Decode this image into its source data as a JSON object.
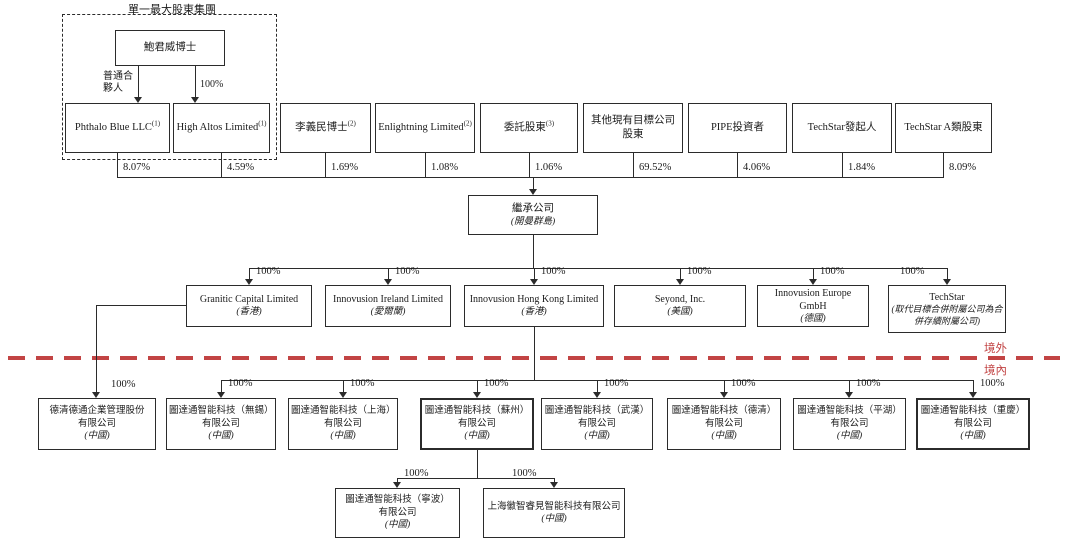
{
  "group_label": "單一最大股東集團",
  "founder": {
    "name": "鮑君威博士",
    "gp_label_line1": "普通合",
    "gp_label_line2": "夥人",
    "pct_label": "100%"
  },
  "shareholders": [
    {
      "name": "Phthalo Blue LLC",
      "sup": "(1)",
      "pct": "8.07%"
    },
    {
      "name": "High Altos Limited",
      "sup": "(1)",
      "pct": "4.59%"
    },
    {
      "name": "李義民博士",
      "sup": "(2)",
      "pct": "1.69%"
    },
    {
      "name": "Enlightning Limited",
      "sup": "(2)",
      "pct": "1.08%"
    },
    {
      "name": "委託股東",
      "sup": "(3)",
      "pct": "1.06%"
    },
    {
      "name": "其他現有目標公司股東",
      "sup": "",
      "pct": "69.52%"
    },
    {
      "name": "PIPE投資者",
      "sup": "",
      "pct": "4.06%"
    },
    {
      "name": "TechStar發起人",
      "sup": "",
      "pct": "1.84%"
    },
    {
      "name": "TechStar A類股東",
      "sup": "",
      "pct": "8.09%"
    }
  ],
  "successor": {
    "name": "繼承公司",
    "jurisdiction": "(開曼群島)"
  },
  "offshore_subs": [
    {
      "name": "Granitic Capital Limited",
      "jurisdiction": "(香港)",
      "pct": "100%"
    },
    {
      "name": "Innovusion Ireland Limited",
      "jurisdiction": "(愛爾蘭)",
      "pct": "100%"
    },
    {
      "name": "Innovusion Hong Kong Limited",
      "jurisdiction": "(香港)",
      "pct": "100%"
    },
    {
      "name": "Seyond, Inc.",
      "jurisdiction": "(美國)",
      "pct": "100%"
    },
    {
      "name": "Innovusion Europe GmbH",
      "jurisdiction": "(德國)",
      "pct": "100%"
    },
    {
      "name": "TechStar",
      "jurisdiction": "(取代目標合併附屬公司為合併存續附屬公司)",
      "pct": "100%"
    }
  ],
  "region_divider": {
    "above_label": "境外",
    "below_label": "境內",
    "line_color": "#c24444"
  },
  "onshore_subs": [
    {
      "line1": "德清德通企業管理股份",
      "line2": "有限公司",
      "jurisdiction": "(中國)",
      "pct": "100%"
    },
    {
      "line1": "圖達通智能科技（無錫）",
      "line2": "有限公司",
      "jurisdiction": "(中國)",
      "pct": "100%"
    },
    {
      "line1": "圖達通智能科技（上海）",
      "line2": "有限公司",
      "jurisdiction": "(中國)",
      "pct": "100%"
    },
    {
      "line1": "圖達通智能科技（蘇州）",
      "line2": "有限公司",
      "jurisdiction": "(中國)",
      "pct": "100%"
    },
    {
      "line1": "圖達通智能科技（武漢）",
      "line2": "有限公司",
      "jurisdiction": "(中國)",
      "pct": "100%"
    },
    {
      "line1": "圖達通智能科技（德清）",
      "line2": "有限公司",
      "jurisdiction": "(中國)",
      "pct": "100%"
    },
    {
      "line1": "圖達通智能科技（平湖）",
      "line2": "有限公司",
      "jurisdiction": "(中國)",
      "pct": "100%"
    },
    {
      "line1": "圖達通智能科技（重慶）",
      "line2": "有限公司",
      "jurisdiction": "(中國)",
      "pct": "100%"
    }
  ],
  "second_tier_subs": [
    {
      "line1": "圖達通智能科技（寧波）",
      "line2": "有限公司",
      "jurisdiction": "(中國)",
      "pct": "100%"
    },
    {
      "line1": "上海徽智睿見智能科技有限公司",
      "line2": "",
      "jurisdiction": "(中國)",
      "pct": "100%"
    }
  ]
}
